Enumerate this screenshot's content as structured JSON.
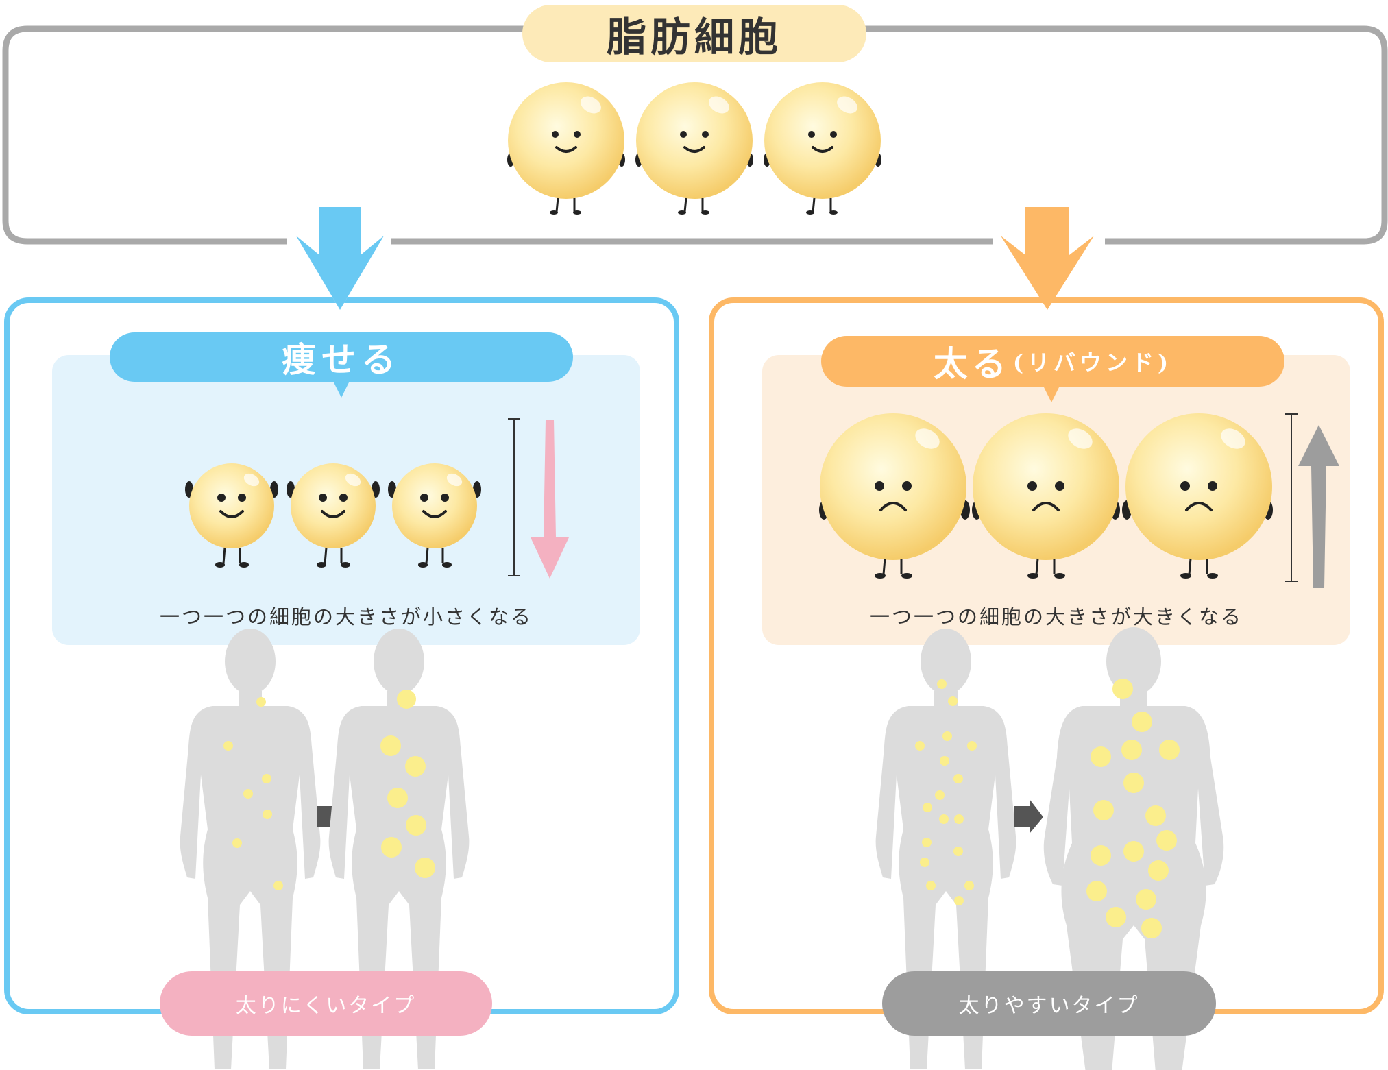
{
  "title": "脂肪細胞",
  "left": {
    "heading": "痩せる",
    "caption": "一つ一つの細胞の大きさが小さくなる",
    "type_label": "太りにくいタイプ"
  },
  "right": {
    "heading_main": "太る",
    "heading_sub": "(リバウンド)",
    "caption": "一つ一つの細胞の大きさが大きくなる",
    "type_label": "太りやすいタイプ"
  },
  "colors": {
    "gray_frame": "#a9a9a9",
    "blue": "#69c9f3",
    "orange": "#fdb866",
    "blue_bg": "#e3f3fc",
    "orange_bg": "#fdeedd",
    "pink": "#f4b1c1",
    "dark_gray": "#9d9d9d",
    "silhouette": "#dcdcdc",
    "fat_dot": "#fbee8c",
    "title_bg": "#fdeab8"
  }
}
